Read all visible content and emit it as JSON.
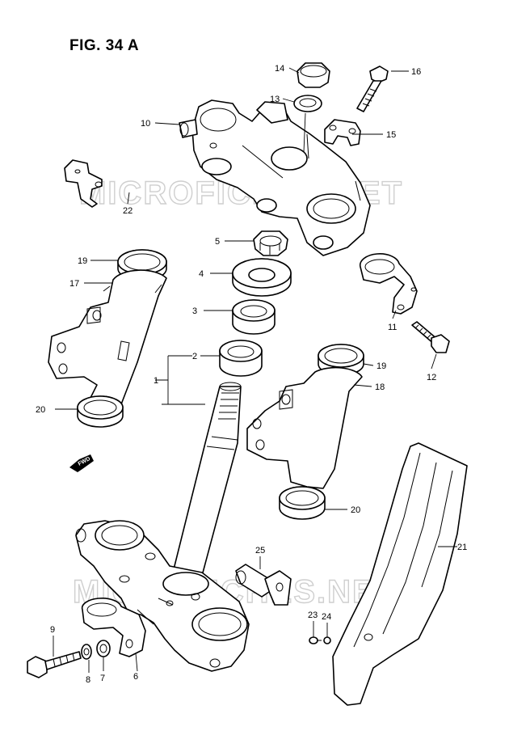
{
  "figure": {
    "title": "FIG. 34 A"
  },
  "watermark": "MICROFICHES.NET",
  "fwd_label": "FWD",
  "callouts": [
    {
      "id": "c14",
      "text": "14"
    },
    {
      "id": "c16",
      "text": "16"
    },
    {
      "id": "c13",
      "text": "13"
    },
    {
      "id": "c10",
      "text": "10"
    },
    {
      "id": "c15",
      "text": "15"
    },
    {
      "id": "c22",
      "text": "22"
    },
    {
      "id": "c5",
      "text": "5"
    },
    {
      "id": "c19a",
      "text": "19"
    },
    {
      "id": "c17",
      "text": "17"
    },
    {
      "id": "c4",
      "text": "4"
    },
    {
      "id": "c3",
      "text": "3"
    },
    {
      "id": "c2",
      "text": "2"
    },
    {
      "id": "c1",
      "text": "1"
    },
    {
      "id": "c11",
      "text": "11"
    },
    {
      "id": "c12",
      "text": "12"
    },
    {
      "id": "c19b",
      "text": "19"
    },
    {
      "id": "c18",
      "text": "18"
    },
    {
      "id": "c20a",
      "text": "20"
    },
    {
      "id": "c20b",
      "text": "20"
    },
    {
      "id": "c21",
      "text": "21"
    },
    {
      "id": "c25",
      "text": "25"
    },
    {
      "id": "c23",
      "text": "23"
    },
    {
      "id": "c24",
      "text": "24"
    },
    {
      "id": "c9",
      "text": "9"
    },
    {
      "id": "c8",
      "text": "8"
    },
    {
      "id": "c7",
      "text": "7"
    },
    {
      "id": "c6",
      "text": "6"
    }
  ]
}
